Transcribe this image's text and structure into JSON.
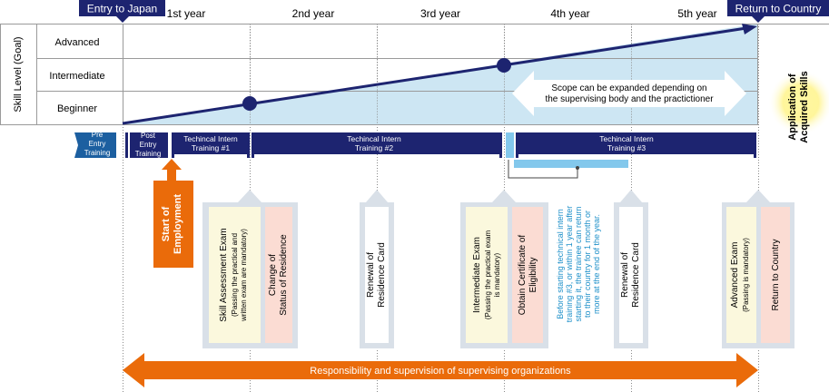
{
  "header": {
    "entry_label": "Entry to Japan",
    "return_label": "Return to Country",
    "years": [
      "1st year",
      "2nd year",
      "3rd year",
      "4th year",
      "5th year"
    ]
  },
  "skill_axis": {
    "title": "Skill Level (Goal)",
    "levels": [
      "Advanced",
      "Intermediate",
      "Beginner"
    ]
  },
  "scope_note": {
    "line1": "Scope can be expanded depending on",
    "line2": "the supervising body and the practictioner"
  },
  "application_label": {
    "line1": "Application of",
    "line2": "Acquired Skills"
  },
  "timeline": {
    "pre_entry": [
      "Pre",
      "Entry",
      "Training"
    ],
    "post_entry": [
      "Post",
      "Entry",
      "Training"
    ],
    "stage1": [
      "Techincal Intern",
      "Training #1"
    ],
    "stage2": [
      "Techincal Intern",
      "Training #2"
    ],
    "stage3": [
      "Techincal Intern",
      "Training #3"
    ]
  },
  "start_employment": {
    "line1": "Start of",
    "line2": "Employment"
  },
  "milestones": {
    "skill_exam": {
      "title": "Skill Assessment Exam",
      "note1": "(Passing the practical and",
      "note2": "written exam are mandatory)"
    },
    "change_status": {
      "line1": "Change of",
      "line2": "Status of Residence"
    },
    "renewal_1": {
      "line1": "Renewal of",
      "line2": "Residence Card"
    },
    "intermediate_exam": {
      "title": "Intermediate Exam",
      "note1": "(Passing the practical exam",
      "note2": "is mandatory)"
    },
    "certificate": {
      "line1": "Obtain Certificate of",
      "line2": "Eligibility"
    },
    "return_note": [
      "Before starting technical intern",
      "training #3, or within 1 year after",
      "starting it, the trainee can return",
      "to their country for 1 month or",
      "more at the end of the year."
    ],
    "renewal_2": {
      "line1": "Renewal of",
      "line2": "Residence Card"
    },
    "advanced_exam": {
      "title": "Advanced Exam",
      "note1": "(Passing is mandatory)"
    },
    "return_country": {
      "line1": "Return to Country"
    }
  },
  "responsibility_label": "Responsibility and supervision of supervising organizations",
  "colors": {
    "navy": "#1d2470",
    "light_blue": "#cde6f3",
    "sky": "#83c8ec",
    "orange": "#ea6b0a",
    "teal": "#1c5fa0",
    "cream": "#fbf8dd",
    "pink": "#fbdcd3",
    "note_blue": "#1e90c9",
    "yellow_glow": "#fff27a"
  }
}
